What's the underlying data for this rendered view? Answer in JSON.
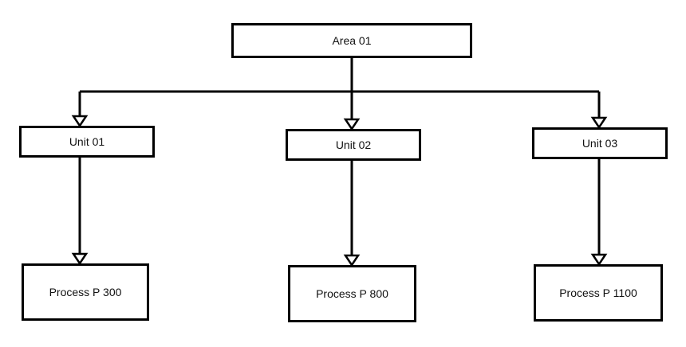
{
  "diagram": {
    "root": {
      "label": "Area 01"
    },
    "units": [
      {
        "label": "Unit 01",
        "process": "Process P 300"
      },
      {
        "label": "Unit 02",
        "process": "Process P 800"
      },
      {
        "label": "Unit 03",
        "process": "Process P 1100"
      }
    ],
    "colors": {
      "line": "#000000",
      "background": "#ffffff",
      "text": "#111111"
    }
  }
}
